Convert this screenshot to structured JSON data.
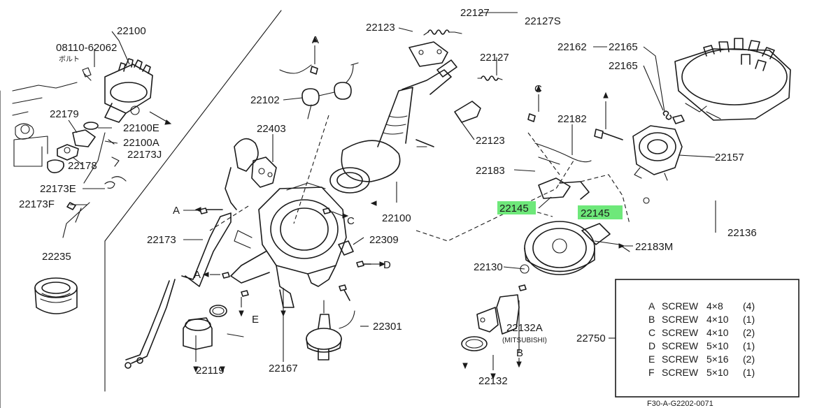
{
  "labels": {
    "p22100": "22100",
    "p08110": "08110-62062",
    "bolt_jp": "ボルト",
    "p22179": "22179",
    "p22100E": "22100E",
    "p22100A": "22100A",
    "p22173J": "22173J",
    "p22178": "22178",
    "p22173E": "22173E",
    "p22173F": "22173F",
    "p22235": "22235",
    "p22102": "22102",
    "p22403": "22403",
    "p22173": "22173",
    "p22119": "22119",
    "p22167": "22167",
    "p22301": "22301",
    "p22309": "22309",
    "p22100b": "22100",
    "p22123a": "22123",
    "p22123b": "22123",
    "p22127a": "22127",
    "p22127S": "22127S",
    "p22127b": "22127",
    "p22162": "22162",
    "p22165a": "22165",
    "p22165b": "22165",
    "p22182": "22182",
    "p22183": "22183",
    "p22157": "22157",
    "p22145a": "22145",
    "p22145b": "22145",
    "p22136": "22136",
    "p22183M": "22183M",
    "p22130": "22130",
    "p22132A": "22132A",
    "mitsubishi": "(MITSUBISHI)",
    "p22132": "22132",
    "p22750": "22750",
    "letter_A1": "A",
    "letter_A2": "A",
    "letter_A3": "A",
    "letter_B": "B",
    "letter_C1": "C",
    "letter_C2": "C",
    "letter_D": "D",
    "letter_E": "E",
    "ref_code": "F30-A-G2202-0071"
  },
  "legend": {
    "rows": [
      {
        "letter": "A",
        "item": "SCREW",
        "size": "4×8",
        "qty": "(4)"
      },
      {
        "letter": "B",
        "item": "SCREW",
        "size": "4×10",
        "qty": "(1)"
      },
      {
        "letter": "C",
        "item": "SCREW",
        "size": "4×10",
        "qty": "(2)"
      },
      {
        "letter": "D",
        "item": "SCREW",
        "size": "5×10",
        "qty": "(1)"
      },
      {
        "letter": "E",
        "item": "SCREW",
        "size": "5×16",
        "qty": "(2)"
      },
      {
        "letter": "F",
        "item": "SCREW",
        "size": "5×10",
        "qty": "(1)"
      }
    ]
  },
  "colors": {
    "highlight": "#6ee87a",
    "ink": "#1a1a1a"
  }
}
